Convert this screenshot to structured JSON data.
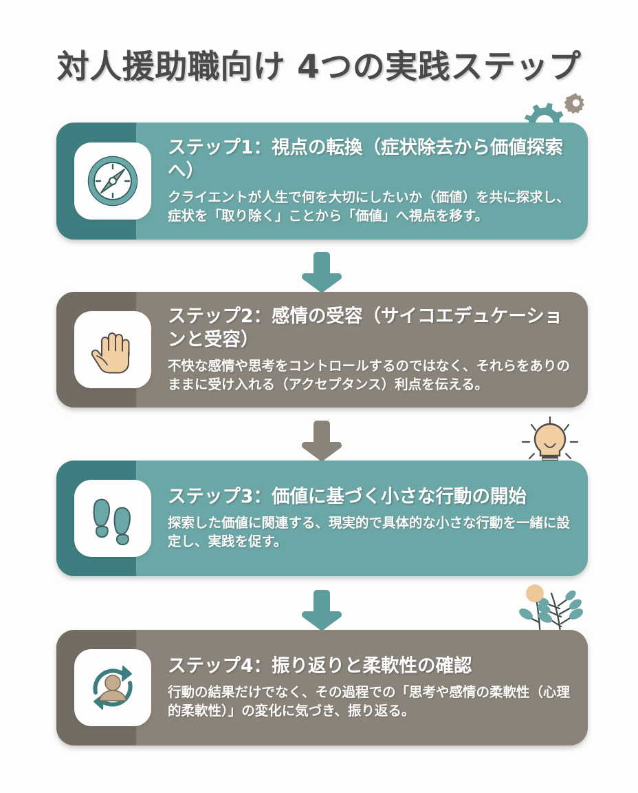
{
  "header": {
    "title": "対人援助職向け 4つの実践ステップ"
  },
  "colors": {
    "teal": "#6ba7a7",
    "teal_dark": "#3f7e80",
    "taupe": "#8a8379",
    "taupe_dark": "#736c62",
    "title_text": "#4a4a48",
    "card_text": "#ffffff",
    "background": "#fdfdfc",
    "accent_tan": "#e8c091"
  },
  "steps": [
    {
      "id": "step-1",
      "theme": "teal",
      "icon": "compass-icon",
      "title": "ステップ1：視点の転換（症状除去から価値探索へ）",
      "description": "クライエントが人生で何を大切にしたいか（価値）を共に探求し、症状を「取り除く」ことから「価値」へ視点を移す。"
    },
    {
      "id": "step-2",
      "theme": "taupe",
      "icon": "raised-hand-icon",
      "title": "ステップ2：感情の受容（サイコエデュケーションと受容）",
      "description": "不快な感情や思考をコントロールするのではなく、それらをありのままに受け入れる（アクセプタンス）利点を伝える。"
    },
    {
      "id": "step-3",
      "theme": "teal",
      "icon": "footprints-icon",
      "title": "ステップ3：価値に基づく小さな行動の開始",
      "description": "探索した価値に関連する、現実的で具体的な小さな行動を一緒に設定し、実践を促す。"
    },
    {
      "id": "step-4",
      "theme": "taupe",
      "icon": "person-refresh-icon",
      "title": "ステップ4：振り返りと柔軟性の確認",
      "description": "行動の結果だけでなく、その過程での「思考や感情の柔軟性（心理的柔軟性）」の変化に気づき、振り返る。"
    }
  ],
  "connectors": [
    {
      "id": "arrow-1",
      "icon": "down-arrow-icon",
      "color": "#5e9d9d"
    },
    {
      "id": "arrow-2",
      "icon": "down-arrow-icon",
      "color": "#8a8379"
    },
    {
      "id": "arrow-3",
      "icon": "down-arrow-icon",
      "color": "#5e9d9d"
    }
  ],
  "decorations": [
    {
      "id": "deco-gears",
      "icon": "gears-icon"
    },
    {
      "id": "deco-bulb",
      "icon": "lightbulb-icon"
    },
    {
      "id": "deco-plant",
      "icon": "plant-leaves-icon"
    }
  ]
}
